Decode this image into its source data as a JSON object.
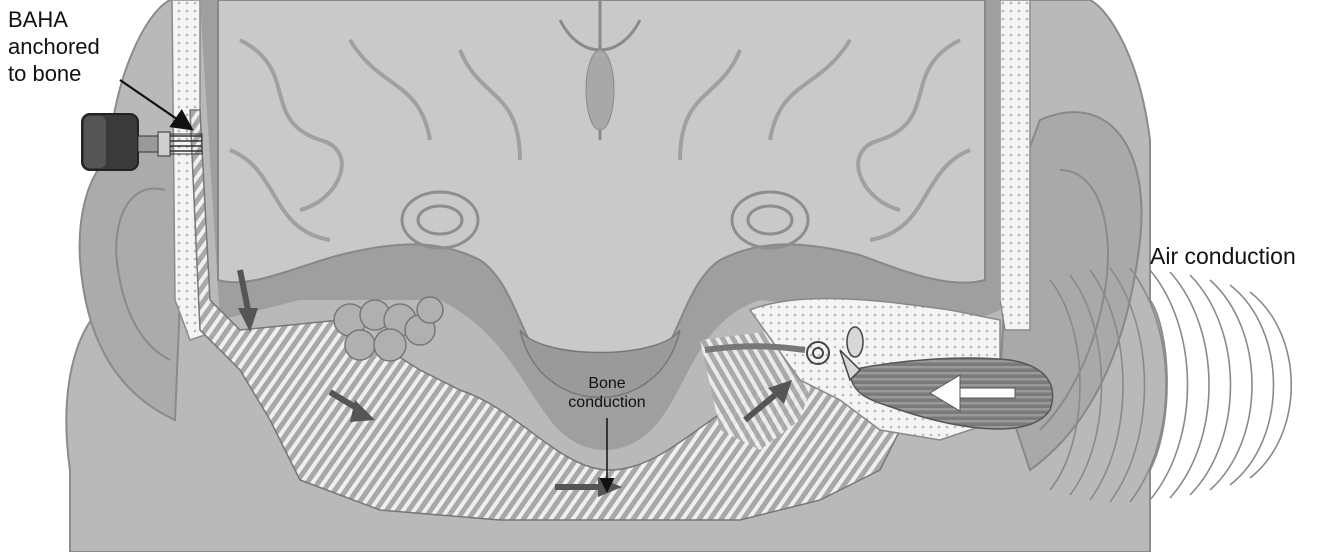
{
  "labels": {
    "baha": [
      "BAHA",
      "anchored",
      "to bone"
    ],
    "air_conduction": "Air conduction",
    "bone_conduction": [
      "Bone",
      "conduction"
    ]
  },
  "colors": {
    "background": "#ffffff",
    "skin": "#b9b9b9",
    "skull_outline": "#8c8c8c",
    "brain": "#c9c9c9",
    "brain_sulci": "#a6a6a6",
    "bone_white": "#f4f4f4",
    "vibration_stripe": "#eeeeee",
    "arrow_dark": "#555555",
    "ink": "#111111"
  }
}
